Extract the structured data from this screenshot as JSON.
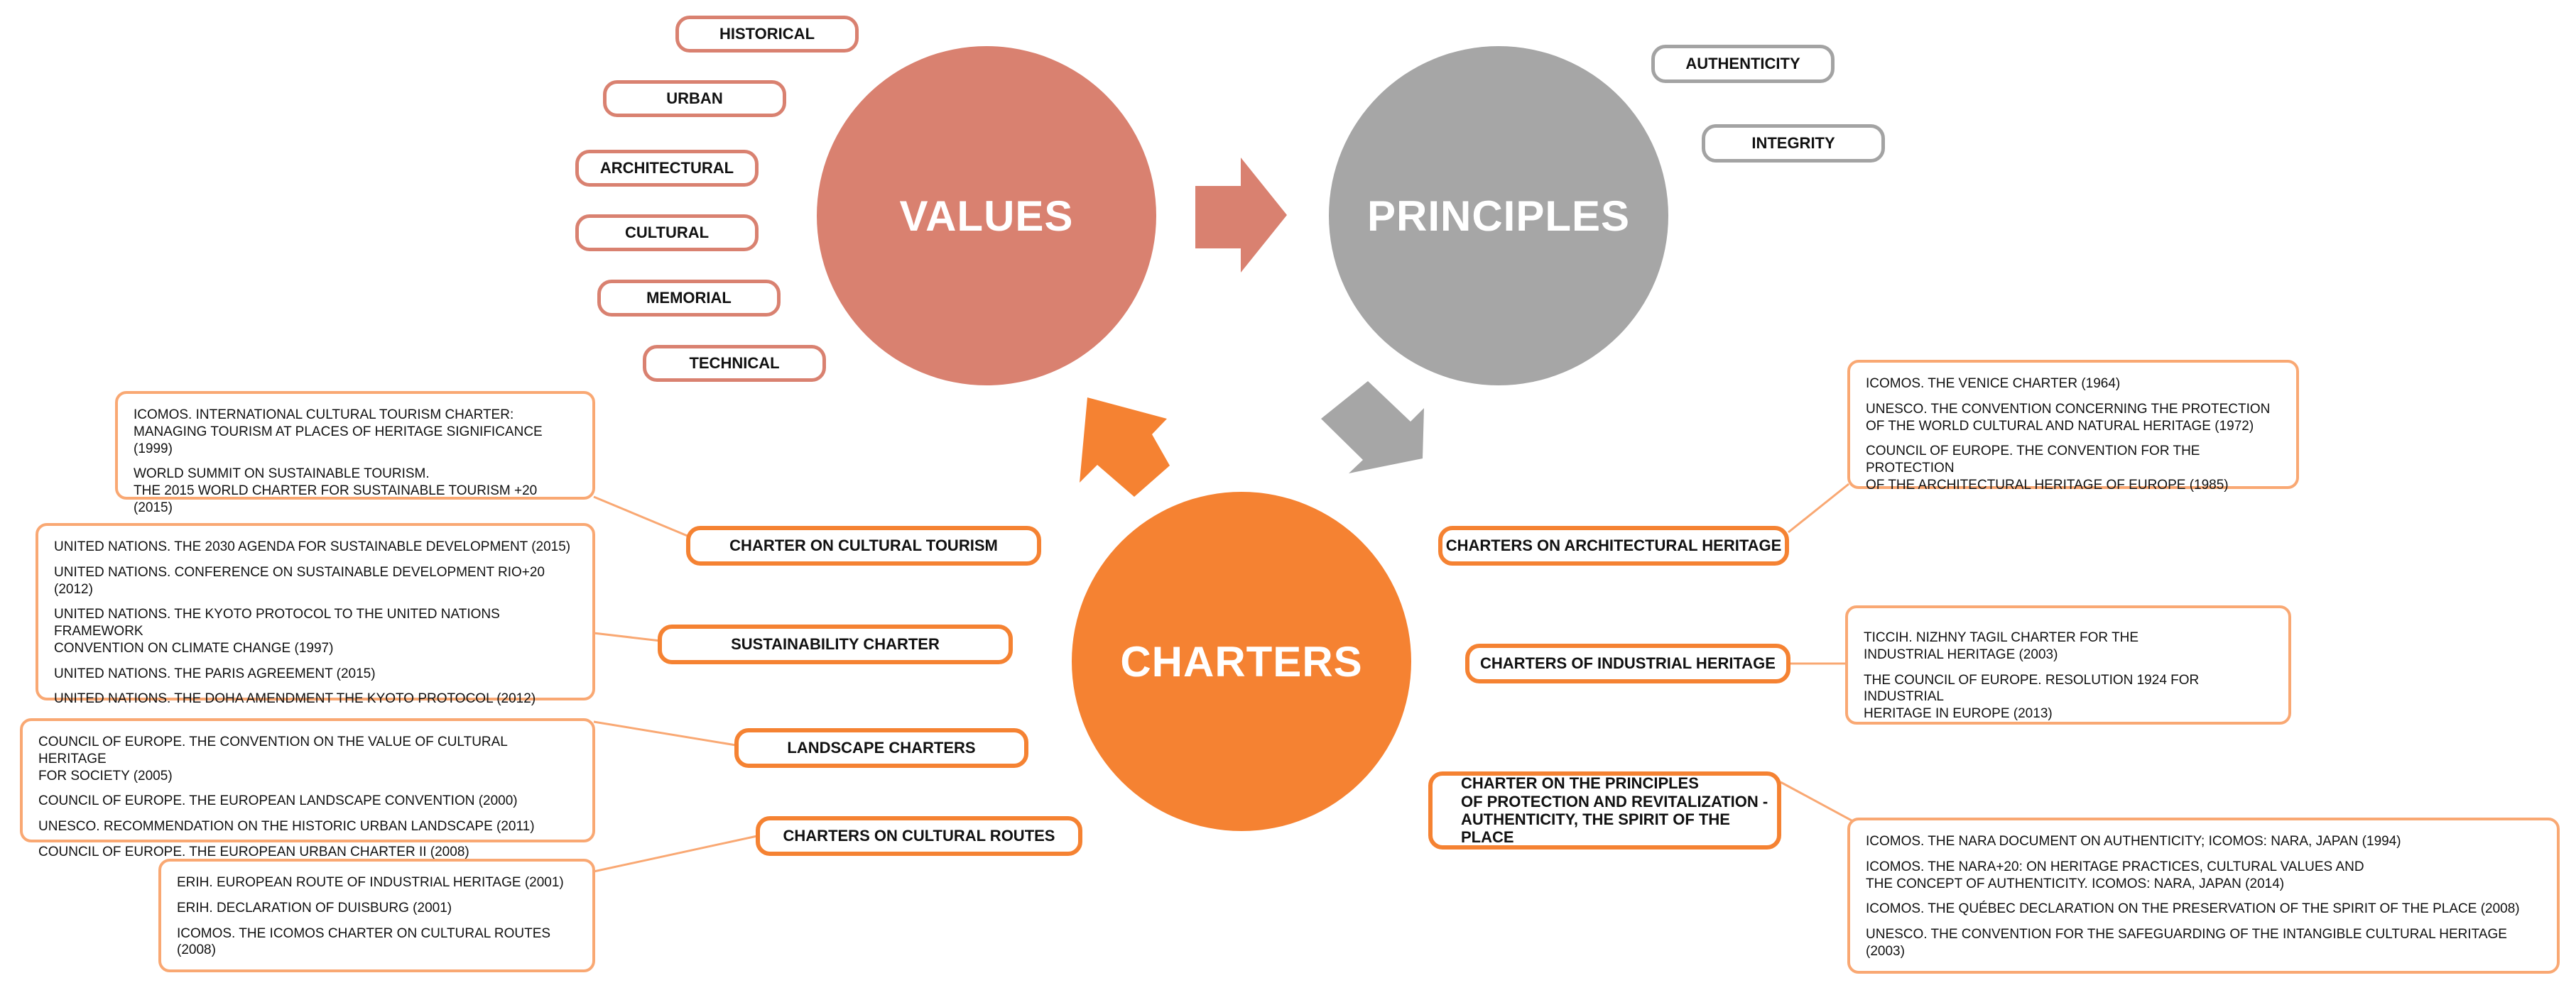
{
  "colors": {
    "values": "#d98170",
    "principles": "#a6a6a6",
    "charters": "#f58232",
    "connector": "#f9a873"
  },
  "values": {
    "title": "VALUES",
    "tags": [
      "HISTORICAL",
      "URBAN",
      "ARCHITECTURAL",
      "CULTURAL",
      "MEMORIAL",
      "TECHNICAL"
    ]
  },
  "principles": {
    "title": "PRINCIPLES",
    "tags": [
      "AUTHENTICITY",
      "INTEGRITY"
    ]
  },
  "charters": {
    "title": "CHARTERS",
    "groups": [
      {
        "label": "CHARTER ON CULTURAL TOURISM",
        "items": [
          "ICOMOS. INTERNATIONAL CULTURAL TOURISM CHARTER:\nMANAGING TOURISM AT PLACES OF HERITAGE SIGNIFICANCE (1999)",
          "WORLD SUMMIT ON SUSTAINABLE TOURISM.\nTHE 2015 WORLD CHARTER FOR SUSTAINABLE TOURISM +20 (2015)"
        ]
      },
      {
        "label": "SUSTAINABILITY CHARTER",
        "items": [
          "UNITED NATIONS. THE 2030 AGENDA FOR SUSTAINABLE DEVELOPMENT (2015)",
          "UNITED NATIONS. CONFERENCE ON SUSTAINABLE DEVELOPMENT RIO+20 (2012)",
          "UNITED NATIONS. THE KYOTO PROTOCOL TO THE UNITED NATIONS FRAMEWORK\nCONVENTION ON CLIMATE CHANGE (1997)",
          "UNITED NATIONS. THE PARIS AGREEMENT (2015)",
          "UNITED NATIONS. THE DOHA AMENDMENT THE KYOTO PROTOCOL (2012)"
        ]
      },
      {
        "label": "LANDSCAPE CHARTERS",
        "items": [
          "COUNCIL OF EUROPE. THE CONVENTION ON THE VALUE OF CULTURAL HERITAGE\nFOR SOCIETY (2005)",
          "COUNCIL OF EUROPE. THE EUROPEAN LANDSCAPE CONVENTION (2000)",
          "UNESCO. RECOMMENDATION ON THE HISTORIC URBAN LANDSCAPE (2011)",
          "COUNCIL OF EUROPE. THE EUROPEAN URBAN CHARTER II (2008)"
        ]
      },
      {
        "label": "CHARTERS ON CULTURAL ROUTES",
        "items": [
          "ERIH. EUROPEAN ROUTE OF INDUSTRIAL HERITAGE (2001)",
          "ERIH. DECLARATION OF DUISBURG (2001)",
          "ICOMOS. THE ICOMOS CHARTER ON CULTURAL ROUTES (2008)"
        ]
      },
      {
        "label": "CHARTERS ON ARCHITECTURAL HERITAGE",
        "items": [
          "ICOMOS. THE VENICE CHARTER (1964)",
          "UNESCO. THE CONVENTION CONCERNING THE PROTECTION\nOF THE WORLD CULTURAL AND NATURAL HERITAGE (1972)",
          "COUNCIL OF EUROPE. THE CONVENTION FOR THE PROTECTION\nOF THE ARCHITECTURAL HERITAGE OF EUROPE (1985)"
        ]
      },
      {
        "label": "CHARTERS OF INDUSTRIAL HERITAGE",
        "items": [
          "TICCIH. NIZHNY TAGIL CHARTER FOR THE\nINDUSTRIAL HERITAGE (2003)",
          "THE COUNCIL OF EUROPE. RESOLUTION 1924 FOR INDUSTRIAL\nHERITAGE IN EUROPE (2013)"
        ]
      },
      {
        "label": "CHARTER ON THE PRINCIPLES\nOF PROTECTION AND REVITALIZATION -\nAUTHENTICITY, THE SPIRIT OF THE PLACE",
        "items": [
          "ICOMOS. THE NARA DOCUMENT ON AUTHENTICITY; ICOMOS: NARA, JAPAN (1994)",
          "ICOMOS. THE NARA+20: ON HERITAGE PRACTICES, CULTURAL VALUES AND\nTHE CONCEPT OF AUTHENTICITY. ICOMOS: NARA, JAPAN (2014)",
          "ICOMOS. THE QUÉBEC DECLARATION ON THE PRESERVATION OF THE SPIRIT OF THE PLACE (2008)",
          "UNESCO. THE CONVENTION FOR THE SAFEGUARDING OF THE INTANGIBLE CULTURAL HERITAGE (2003)"
        ]
      }
    ]
  }
}
